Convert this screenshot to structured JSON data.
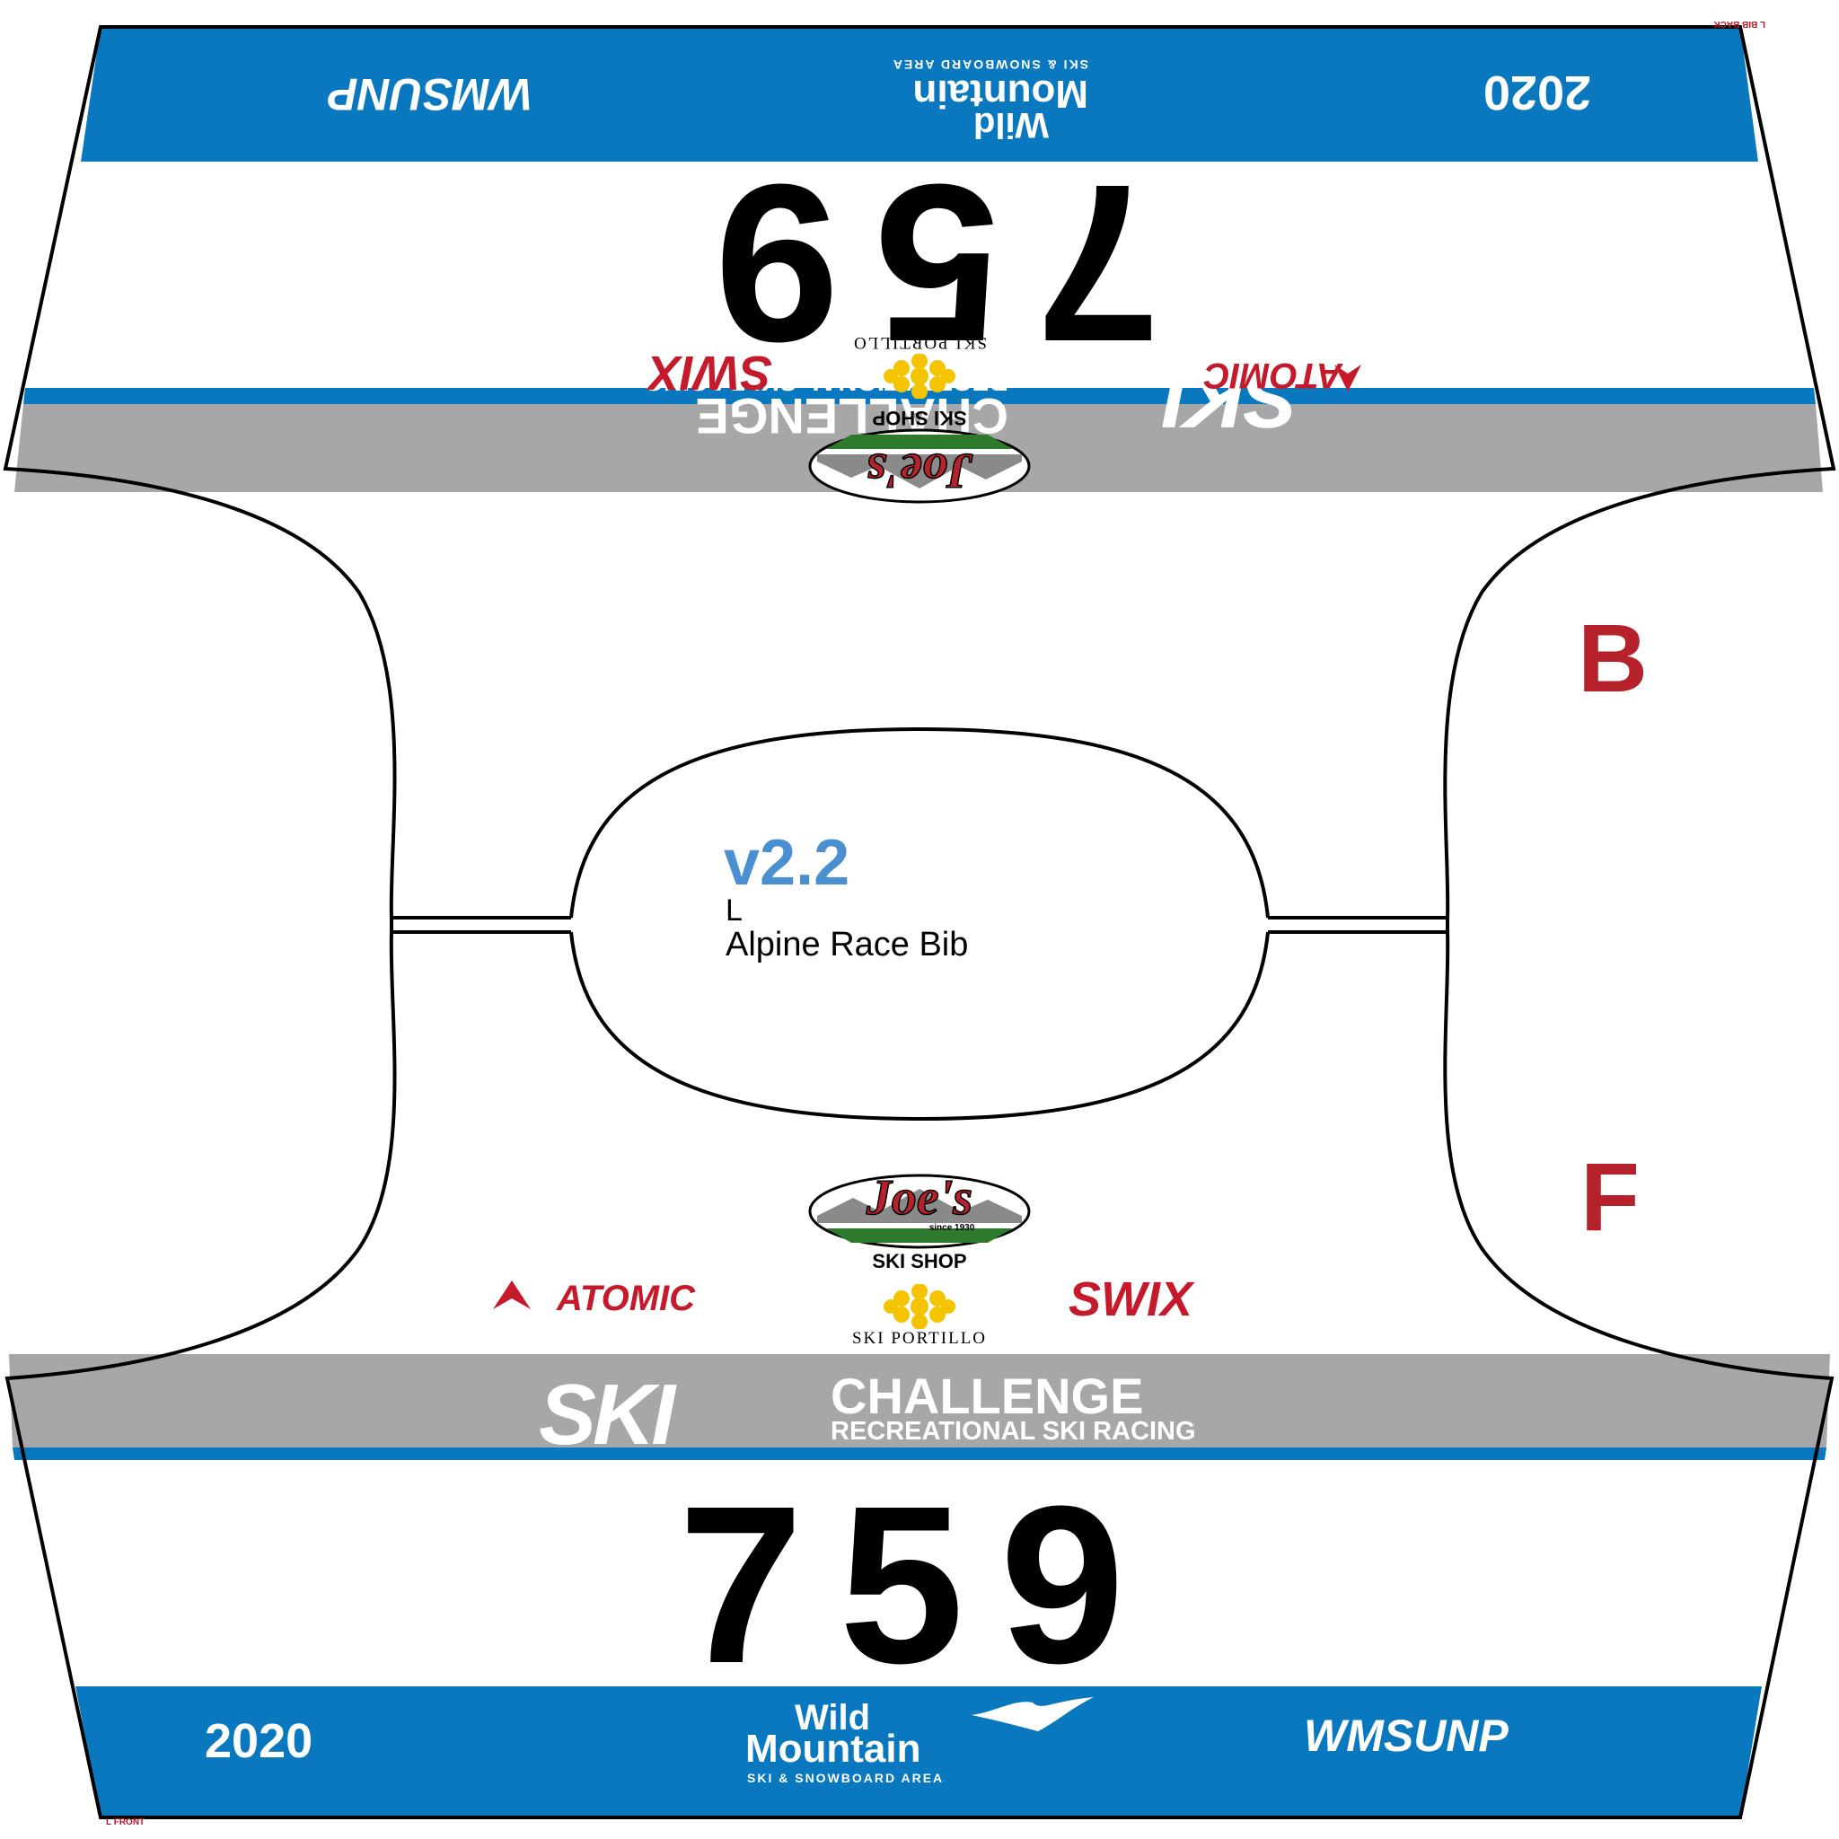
{
  "bib": {
    "number": "759",
    "year": "2020",
    "pass_code": "WMSUNP",
    "resort_line1": "Wild",
    "resort_line2": "Mountain",
    "resort_sub": "SKI & SNOWBOARD AREA",
    "challenge_ski": "SKI",
    "challenge_word": "CHALLENGE",
    "challenge_sub": "RECREATIONAL SKI RACING",
    "sponsor_atomic": "ATOMIC",
    "sponsor_swix": "SWIX",
    "sponsor_portillo": "SKI PORTILLO",
    "sponsor_joes": "Joe's",
    "sponsor_joes_since": "since 1930",
    "sponsor_joes_sub": "SKI SHOP",
    "version": "v2.2",
    "size": "L",
    "product": "Alpine Race Bib",
    "label_back": "B",
    "label_front": "F",
    "tiny_back": "L  BIB BACK",
    "tiny_front": "L  FRONT"
  },
  "colors": {
    "blue": "#0a78be",
    "gray": "#a7a7a9",
    "red": "#c41a2c",
    "outline": "#000000"
  }
}
